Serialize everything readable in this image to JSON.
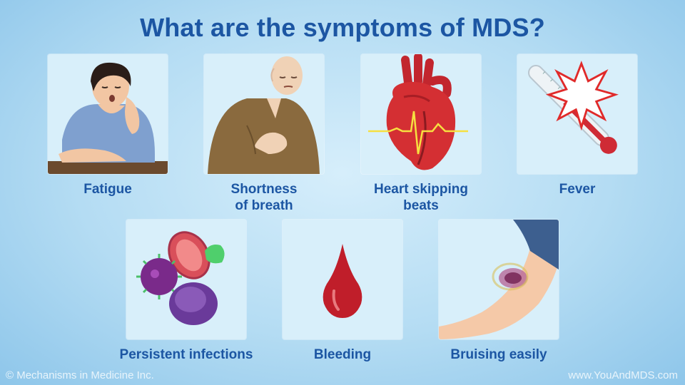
{
  "title": "What are the symptoms of MDS?",
  "symptoms": [
    {
      "line1": "Fatigue",
      "line2": "",
      "icon": "tired-person-icon"
    },
    {
      "line1": "Shortness",
      "line2": "of breath",
      "icon": "chest-pain-man-icon"
    },
    {
      "line1": "Heart skipping",
      "line2": "beats",
      "icon": "heart-ecg-icon"
    },
    {
      "line1": "Fever",
      "line2": "",
      "icon": "thermometer-icon"
    },
    {
      "line1": "Persistent infections",
      "line2": "",
      "icon": "germs-cells-icon"
    },
    {
      "line1": "Bleeding",
      "line2": "",
      "icon": "blood-drop-icon"
    },
    {
      "line1": "Bruising easily",
      "line2": "",
      "icon": "bruised-arm-icon"
    }
  ],
  "footer": {
    "copyright": "© Mechanisms in Medicine Inc.",
    "website": "www.YouAndMDS.com"
  }
}
